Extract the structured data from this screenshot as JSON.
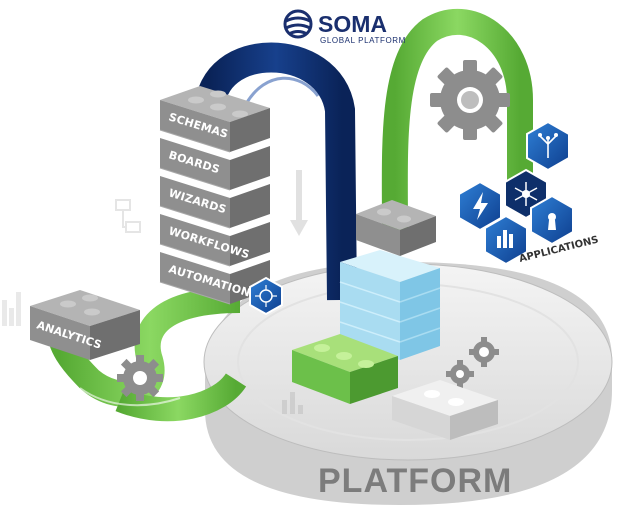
{
  "logo": {
    "name": "SOMA",
    "tagline": "GLOBAL PLATFORM",
    "color": "#1a2f6e"
  },
  "stack_bricks": [
    {
      "label": "SCHEMAS"
    },
    {
      "label": "BOARDS"
    },
    {
      "label": "WIZARDS"
    },
    {
      "label": "WORKFLOWS"
    },
    {
      "label": "AUTOMATIONS"
    }
  ],
  "analytics": {
    "label": "ANALYTICS"
  },
  "applications": {
    "label": "APPLICATIONS"
  },
  "platform": {
    "label": "PLATFORM"
  },
  "icons": [
    "gear-icon",
    "lightning-icon",
    "network-hub-icon",
    "keyhole-icon",
    "bar-chart-icon",
    "circuit-icon",
    "workflow-icon",
    "virus-icon"
  ],
  "colors": {
    "green": "#6cc04a",
    "navy": "#0c2a63",
    "gray_brick": "#8f8f8f",
    "light_blue": "#bfe6f5",
    "hex_blue": "#1e5eb8",
    "platform_text": "#7c7c7c"
  }
}
